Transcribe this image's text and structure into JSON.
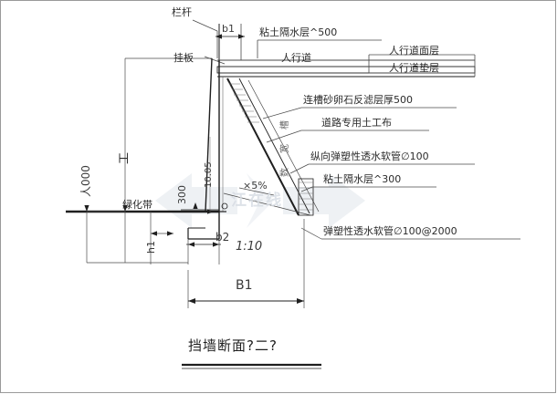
{
  "drawing": {
    "title": "挡墙断面?二?",
    "type": "retaining-wall-section"
  },
  "annotations": {
    "railing": "栏杆",
    "hanging_panel": "挂板",
    "clay_waterproof_top": "粘土隔水层^500",
    "sidewalk": "人行道",
    "sidewalk_surface": "人行道面层",
    "sidewalk_base": "人行道垫层",
    "gravel_filter": "连槽砂卵石反滤层厚500",
    "geotextile": "道路专用土工布",
    "longitudinal_pipe": "纵向弹塑性透水软管∅100",
    "clay_waterproof_mid": "粘土隔水层^300",
    "drain_pipe_spacing": "弹塑性透水软管∅100@2000",
    "green_belt": "绿化带"
  },
  "vertical_labels": {
    "left_height": "人000",
    "mark_gong": "工",
    "dim_300": "300",
    "dim_1005": "10.05",
    "dim_h1": "h1",
    "slot_width_1": "槽",
    "slot_width_2": "宽",
    "slot_width_3": "数"
  },
  "dimensions": {
    "top_small": "b1",
    "bottom_b2": "b2",
    "slope_1_10": "1:10",
    "slope_5pct": "×5%",
    "base_width": "B1"
  },
  "watermark": {
    "text": "江在线"
  },
  "colors": {
    "line": "#1f1f1f",
    "thin_line": "#4a4a4a",
    "text": "#2b2b2b",
    "watermark": "#d8dde4",
    "background": "#ffffff",
    "border": "#9a9a9a"
  }
}
